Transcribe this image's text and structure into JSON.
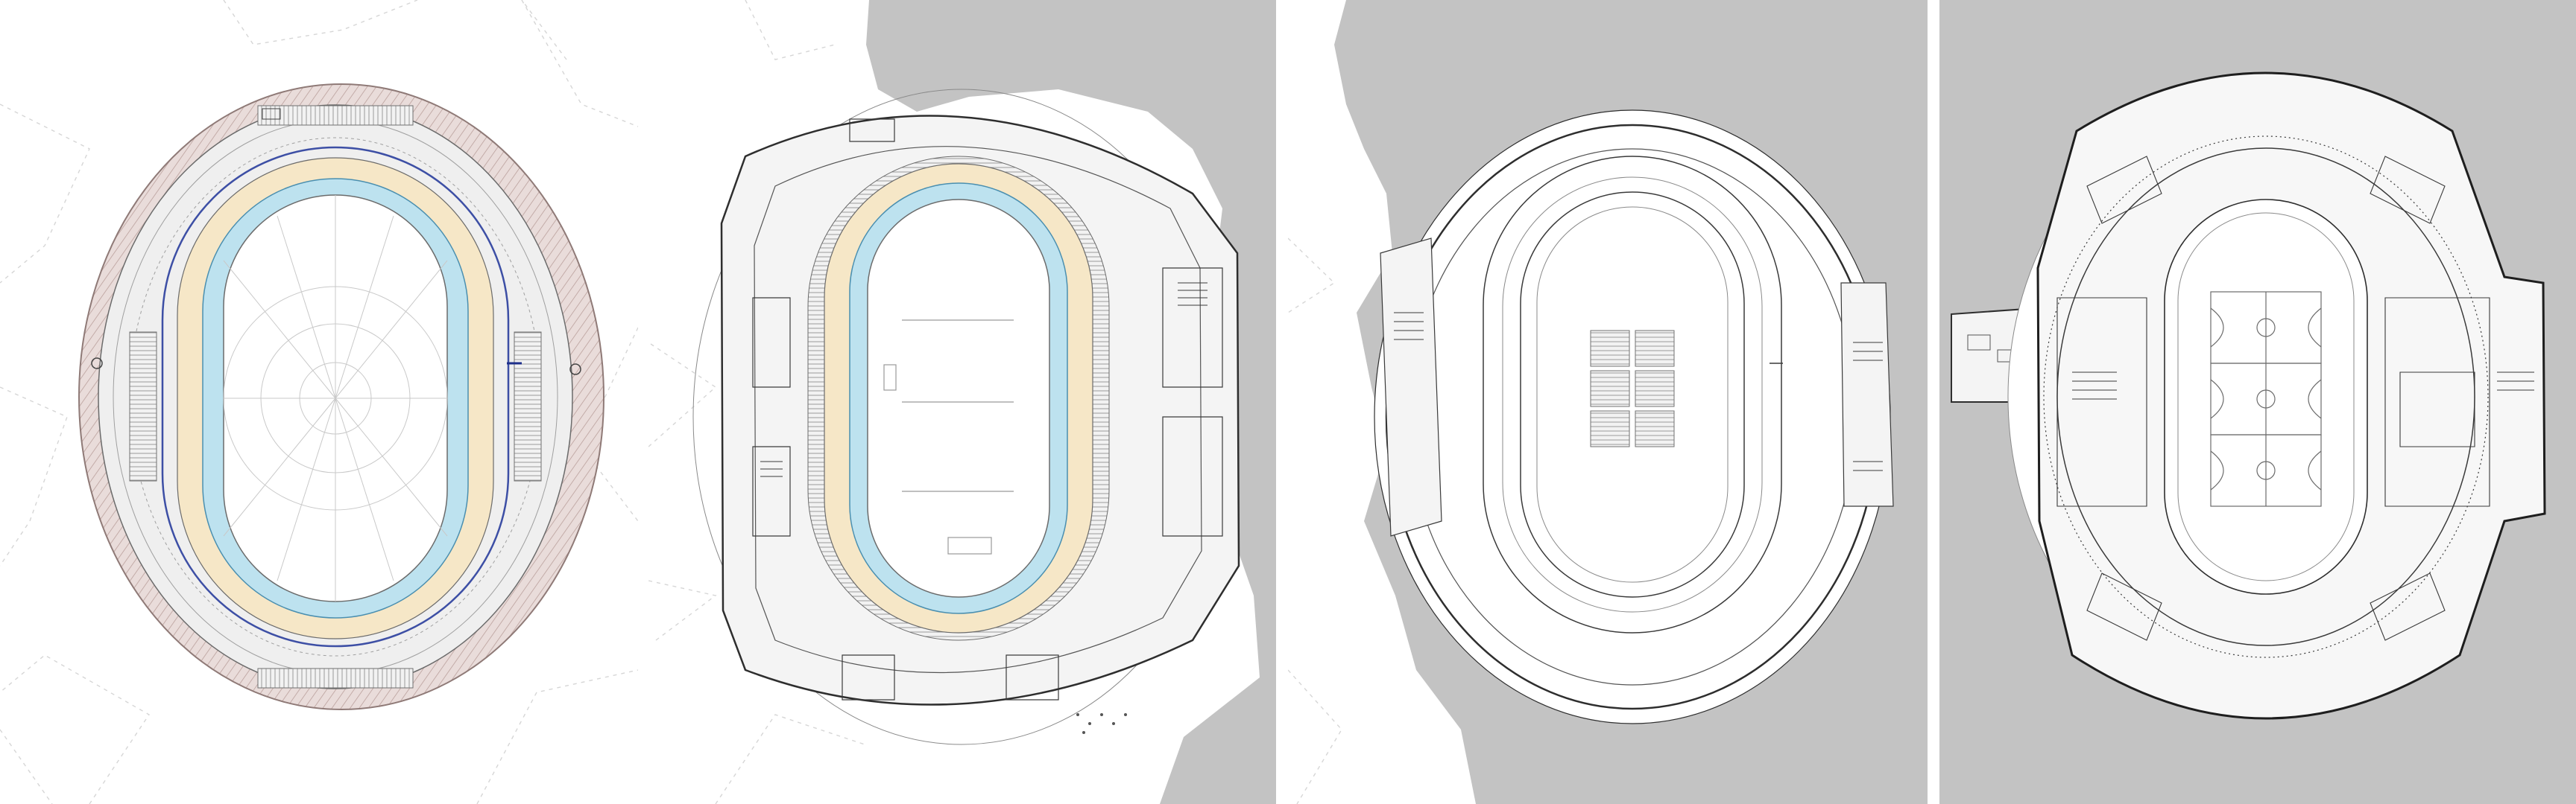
{
  "figure": {
    "panel_count": 4,
    "panels": [
      {
        "id": "panel-1",
        "type": "roof-and-track-plan"
      },
      {
        "id": "panel-2",
        "type": "track-level-plan"
      },
      {
        "id": "panel-3",
        "type": "intermediate-level-plan"
      },
      {
        "id": "panel-4",
        "type": "lower-level-plan-with-courts"
      }
    ],
    "colors": {
      "terrain_gray": "#c3c3c3",
      "track_blue": "#bde2ef",
      "track_tan": "#f6e7c7",
      "plan_line": "#3a3a3a",
      "roof_pink": "#e7d8d6",
      "separator": "#ffffff"
    },
    "icons": [
      "basketball-court-icon",
      "seating-block-icon",
      "stair-icon"
    ]
  }
}
